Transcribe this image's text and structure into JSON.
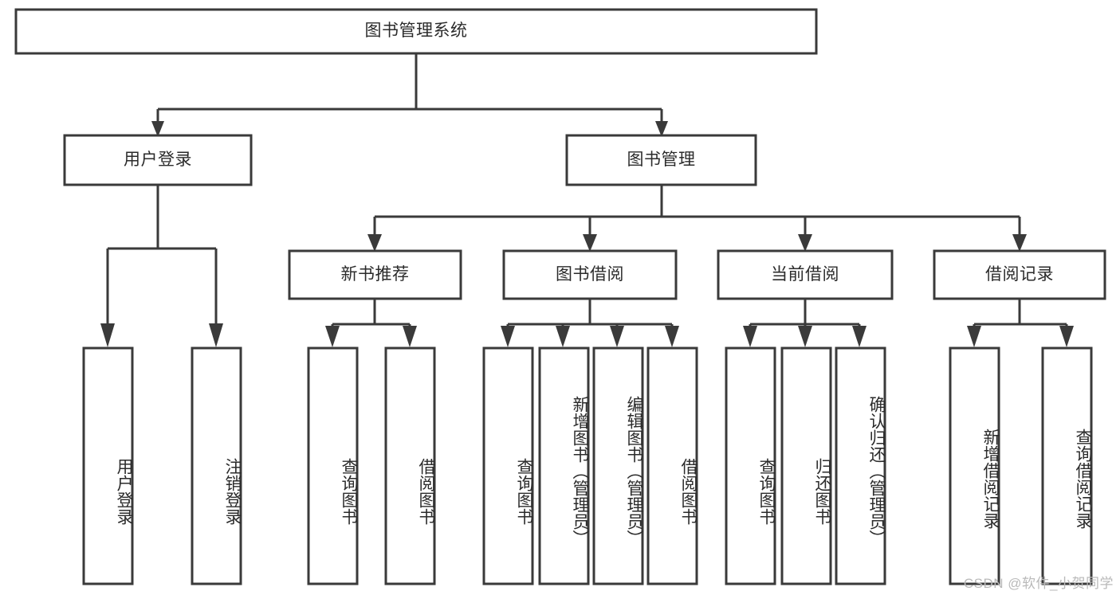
{
  "diagram": {
    "type": "tree-hierarchy-chart",
    "title": "图书管理系统",
    "watermark": "CSDN @软件_小贺同学",
    "colors": {
      "box_fill": "#ffffff",
      "box_stroke": "#3a3a3a",
      "text": "#2b2b2b",
      "background": "#ffffff",
      "watermark": "#b9b9b9"
    },
    "root": {
      "label": "图书管理系统"
    },
    "level1": [
      {
        "label": "用户登录"
      },
      {
        "label": "图书管理"
      }
    ],
    "level2": [
      {
        "label": "新书推荐"
      },
      {
        "label": "图书借阅"
      },
      {
        "label": "当前借阅"
      },
      {
        "label": "借阅记录"
      }
    ],
    "leaves": {
      "user_login": [
        {
          "label": "用户登录"
        },
        {
          "label": "注销登录"
        }
      ],
      "new_book_recommend": [
        {
          "label": "查询图书"
        },
        {
          "label": "借阅图书"
        }
      ],
      "book_borrow": [
        {
          "label": "查询图书"
        },
        {
          "label": "新增图书（管理员）"
        },
        {
          "label": "编辑图书（管理员）"
        },
        {
          "label": "借阅图书"
        }
      ],
      "current_borrow": [
        {
          "label": "查询图书"
        },
        {
          "label": "归还图书"
        },
        {
          "label": "确认归还（管理员）"
        }
      ],
      "borrow_records": [
        {
          "label": "新增借阅记录"
        },
        {
          "label": "查询借阅记录"
        }
      ]
    }
  }
}
